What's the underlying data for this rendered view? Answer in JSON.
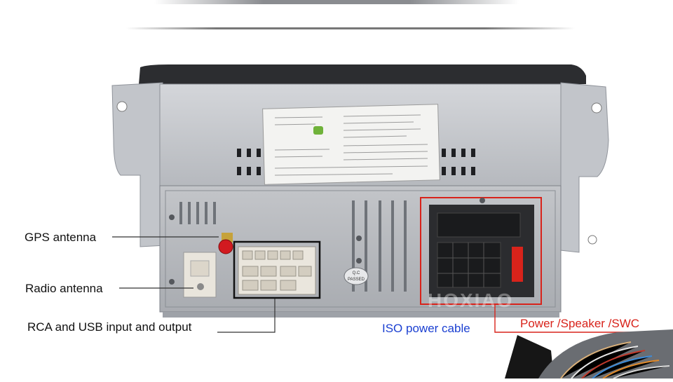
{
  "labels": {
    "gps_antenna": "GPS antenna",
    "radio_antenna": "Radio antenna",
    "rca_usb": "RCA and USB input and output",
    "iso_power": "ISO power cable",
    "power_speaker_swc": "Power /Speaker /SWC"
  },
  "stamp": {
    "line1": "Q.C",
    "line2": "PASSED"
  },
  "watermark": "HOXIAO",
  "colors": {
    "iso_label": "#1a3fd1",
    "power_label": "#d8231b",
    "highlight_box": "#d8231b",
    "chassis": "#c9cbcf",
    "panel": "#b9bcc1"
  }
}
